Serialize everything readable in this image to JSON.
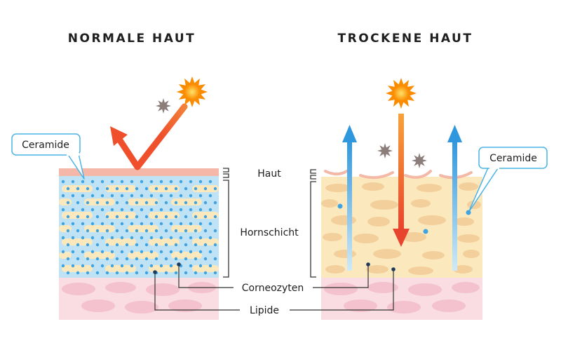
{
  "titles": {
    "left": "NORMALE HAUT",
    "right": "TROCKENE HAUT"
  },
  "labels": {
    "haut": "Haut",
    "hornschicht": "Hornschicht",
    "corneozyten": "Corneozyten",
    "lipide": "Lipide"
  },
  "callouts": {
    "left": "Ceramide",
    "right": "Ceramide"
  },
  "colors": {
    "sun": "#fb8c00",
    "reflect_arrow": "#ef4f2b",
    "penetrate_arrow": "#e8432d",
    "water_arrow": "#3ea3e0",
    "lipid_blue": "#bfe2f4",
    "cell_beige": "#fbe9bd",
    "dermis_pink": "#f9dde2",
    "callout_border": "#4ab3e6"
  },
  "icons": [
    "sun-icon",
    "particle-icon",
    "arrow-icon"
  ]
}
